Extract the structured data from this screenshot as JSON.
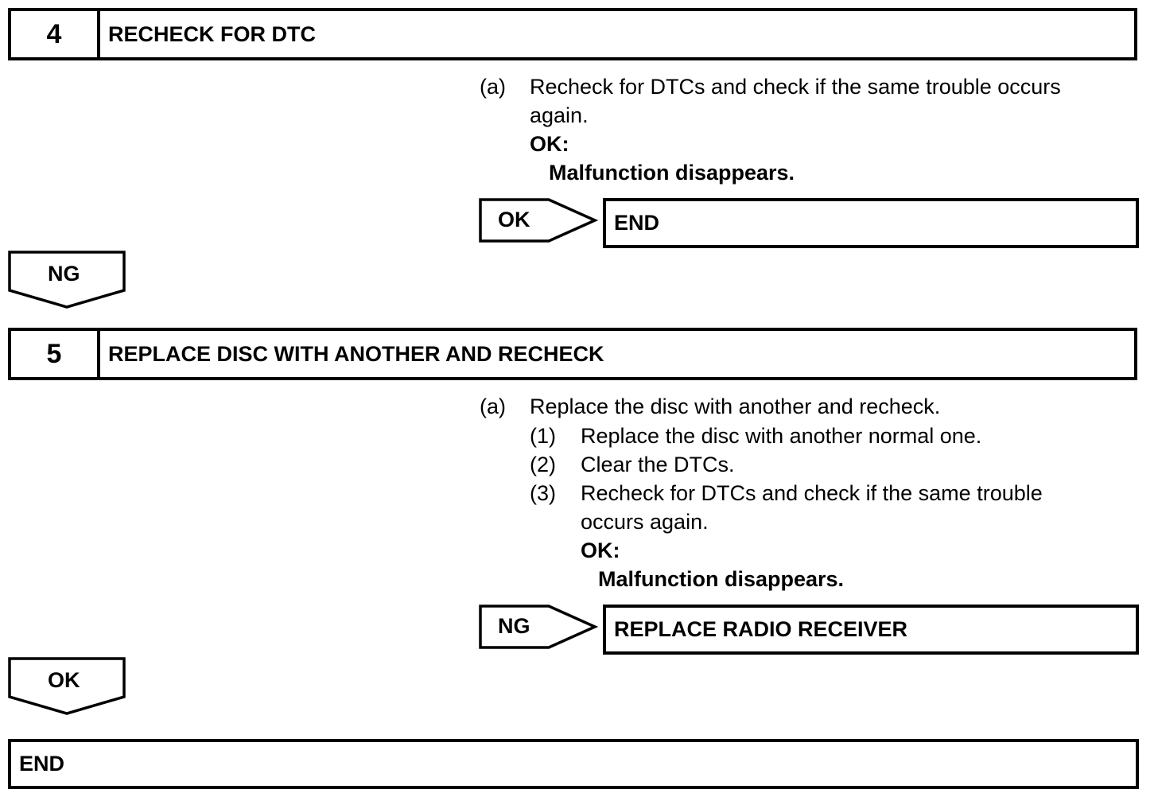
{
  "step4": {
    "number": "4",
    "title": "RECHECK FOR DTC",
    "instruction": {
      "marker": "(a)",
      "text_line1": "Recheck for DTCs and check if the same trouble occurs",
      "text_line2": "again."
    },
    "ok_label": "OK:",
    "ok_text": "Malfunction disappears.",
    "branch": {
      "tag": "OK",
      "result": "END"
    },
    "next_tag": "NG"
  },
  "step5": {
    "number": "5",
    "title": "REPLACE DISC WITH ANOTHER AND RECHECK",
    "instruction": {
      "marker": "(a)",
      "text": "Replace the disc with another and recheck.",
      "substeps": [
        {
          "marker": "(1)",
          "text": "Replace the disc with another normal one."
        },
        {
          "marker": "(2)",
          "text": "Clear the DTCs."
        },
        {
          "marker": "(3)",
          "text_line1": "Recheck for DTCs and check if the same trouble",
          "text_line2": "occurs again."
        }
      ]
    },
    "ok_label": "OK:",
    "ok_text": "Malfunction disappears.",
    "branch": {
      "tag": "NG",
      "result": "REPLACE RADIO RECEIVER"
    },
    "next_tag": "OK"
  },
  "final_box": "END"
}
